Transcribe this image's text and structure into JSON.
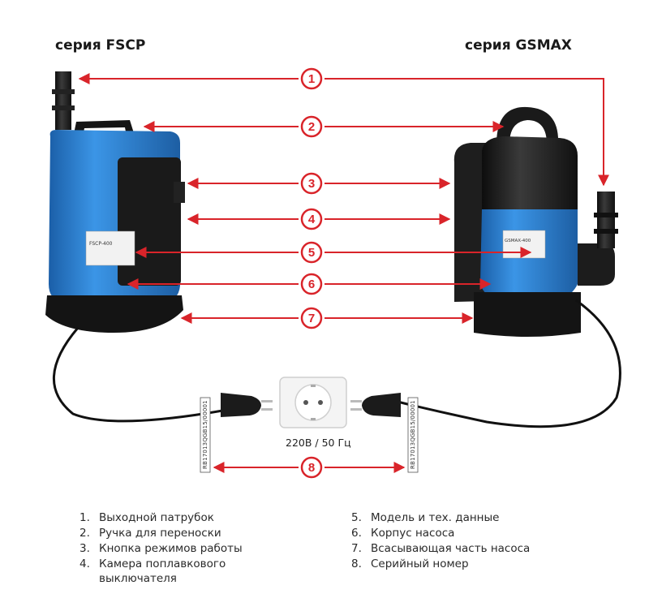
{
  "titles": {
    "left": "серия FSCP",
    "right": "серия GSMAX"
  },
  "pumps": {
    "left_label_model": "FSCP-400",
    "right_label_model": "GSMAX-400"
  },
  "markers": [
    "1",
    "2",
    "3",
    "4",
    "5",
    "6",
    "7",
    "8"
  ],
  "power": {
    "voltage": "220В / 50 Гц"
  },
  "serials": {
    "left": "RB17013QGB15/00001",
    "right": "RB17013QGB15/00001"
  },
  "legend": [
    {
      "num": "1.",
      "text": "Выходной патрубок"
    },
    {
      "num": "2.",
      "text": "Ручка для переноски"
    },
    {
      "num": "3.",
      "text": "Кнопка режимов работы"
    },
    {
      "num": "4.",
      "text": "Камера поплавкового выключателя"
    },
    {
      "num": "5.",
      "text": "Модель и тех. данные"
    },
    {
      "num": "6.",
      "text": "Корпус насоса"
    },
    {
      "num": "7.",
      "text": "Всасывающая часть насоса"
    },
    {
      "num": "8.",
      "text": "Серийный номер"
    }
  ],
  "colors": {
    "arrow": "#d9242a",
    "pump_blue": "#2a7fd1",
    "pump_black": "#1c1c1c"
  }
}
